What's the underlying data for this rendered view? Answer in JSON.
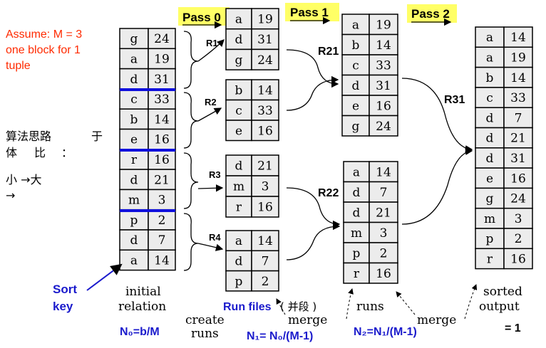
{
  "assumption_lines": [
    "Assume:  M = 3",
    "one block for 1",
    "tuple"
  ],
  "side_note": {
    "line1": [
      "算法思路",
      "于"
    ],
    "line2": [
      "体",
      "比",
      "："
    ],
    "line3": "小    →大",
    "line4": "→"
  },
  "passes": [
    "Pass 0",
    "Pass 1",
    "Pass 2"
  ],
  "tables": {
    "initial": [
      [
        "g",
        "24"
      ],
      [
        "a",
        "19"
      ],
      [
        "d",
        "31"
      ],
      [
        "c",
        "33"
      ],
      [
        "b",
        "14"
      ],
      [
        "e",
        "16"
      ],
      [
        "r",
        "16"
      ],
      [
        "d",
        "21"
      ],
      [
        "m",
        "3"
      ],
      [
        "p",
        "2"
      ],
      [
        "d",
        "7"
      ],
      [
        "a",
        "14"
      ]
    ],
    "r1": [
      [
        "a",
        "19"
      ],
      [
        "d",
        "31"
      ],
      [
        "g",
        "24"
      ]
    ],
    "r2": [
      [
        "b",
        "14"
      ],
      [
        "c",
        "33"
      ],
      [
        "e",
        "16"
      ]
    ],
    "r3": [
      [
        "d",
        "21"
      ],
      [
        "m",
        "3"
      ],
      [
        "r",
        "16"
      ]
    ],
    "r4": [
      [
        "a",
        "14"
      ],
      [
        "d",
        "7"
      ],
      [
        "p",
        "2"
      ]
    ],
    "r21": [
      [
        "a",
        "19"
      ],
      [
        "b",
        "14"
      ],
      [
        "c",
        "33"
      ],
      [
        "d",
        "31"
      ],
      [
        "e",
        "16"
      ],
      [
        "g",
        "24"
      ]
    ],
    "r22": [
      [
        "a",
        "14"
      ],
      [
        "d",
        "7"
      ],
      [
        "d",
        "21"
      ],
      [
        "m",
        "3"
      ],
      [
        "p",
        "2"
      ],
      [
        "r",
        "16"
      ]
    ],
    "output": [
      [
        "a",
        "14"
      ],
      [
        "a",
        "19"
      ],
      [
        "b",
        "14"
      ],
      [
        "c",
        "33"
      ],
      [
        "d",
        "7"
      ],
      [
        "d",
        "21"
      ],
      [
        "d",
        "31"
      ],
      [
        "e",
        "16"
      ],
      [
        "g",
        "24"
      ],
      [
        "m",
        "3"
      ],
      [
        "p",
        "2"
      ],
      [
        "r",
        "16"
      ]
    ]
  },
  "run_labels": {
    "r1": "R1",
    "r2": "R2",
    "r3": "R3",
    "r4": "R4",
    "r21": "R21",
    "r22": "R22",
    "r31": "R31"
  },
  "bottom_labels": {
    "sort_key": [
      "Sort",
      "key"
    ],
    "initial_relation": [
      "initial",
      "relation"
    ],
    "create_runs": [
      "create",
      "runs"
    ],
    "run_files": "Run files",
    "run_files_note": "(    并段 )",
    "merge1": "merge",
    "runs": "runs",
    "merge2": "merge",
    "sorted_output": [
      "sorted",
      "output"
    ],
    "n0": "N₀=b/M",
    "n1": "N₁= N₀/(M-1)",
    "n2": "N₂=N₁/(M-1)",
    "final": "= 1"
  },
  "colors": {
    "red": "#ff2a00",
    "blue": "#1a1acc",
    "highlight": "#ffff66",
    "cell": "#ececec",
    "divider": "#1010dd"
  }
}
